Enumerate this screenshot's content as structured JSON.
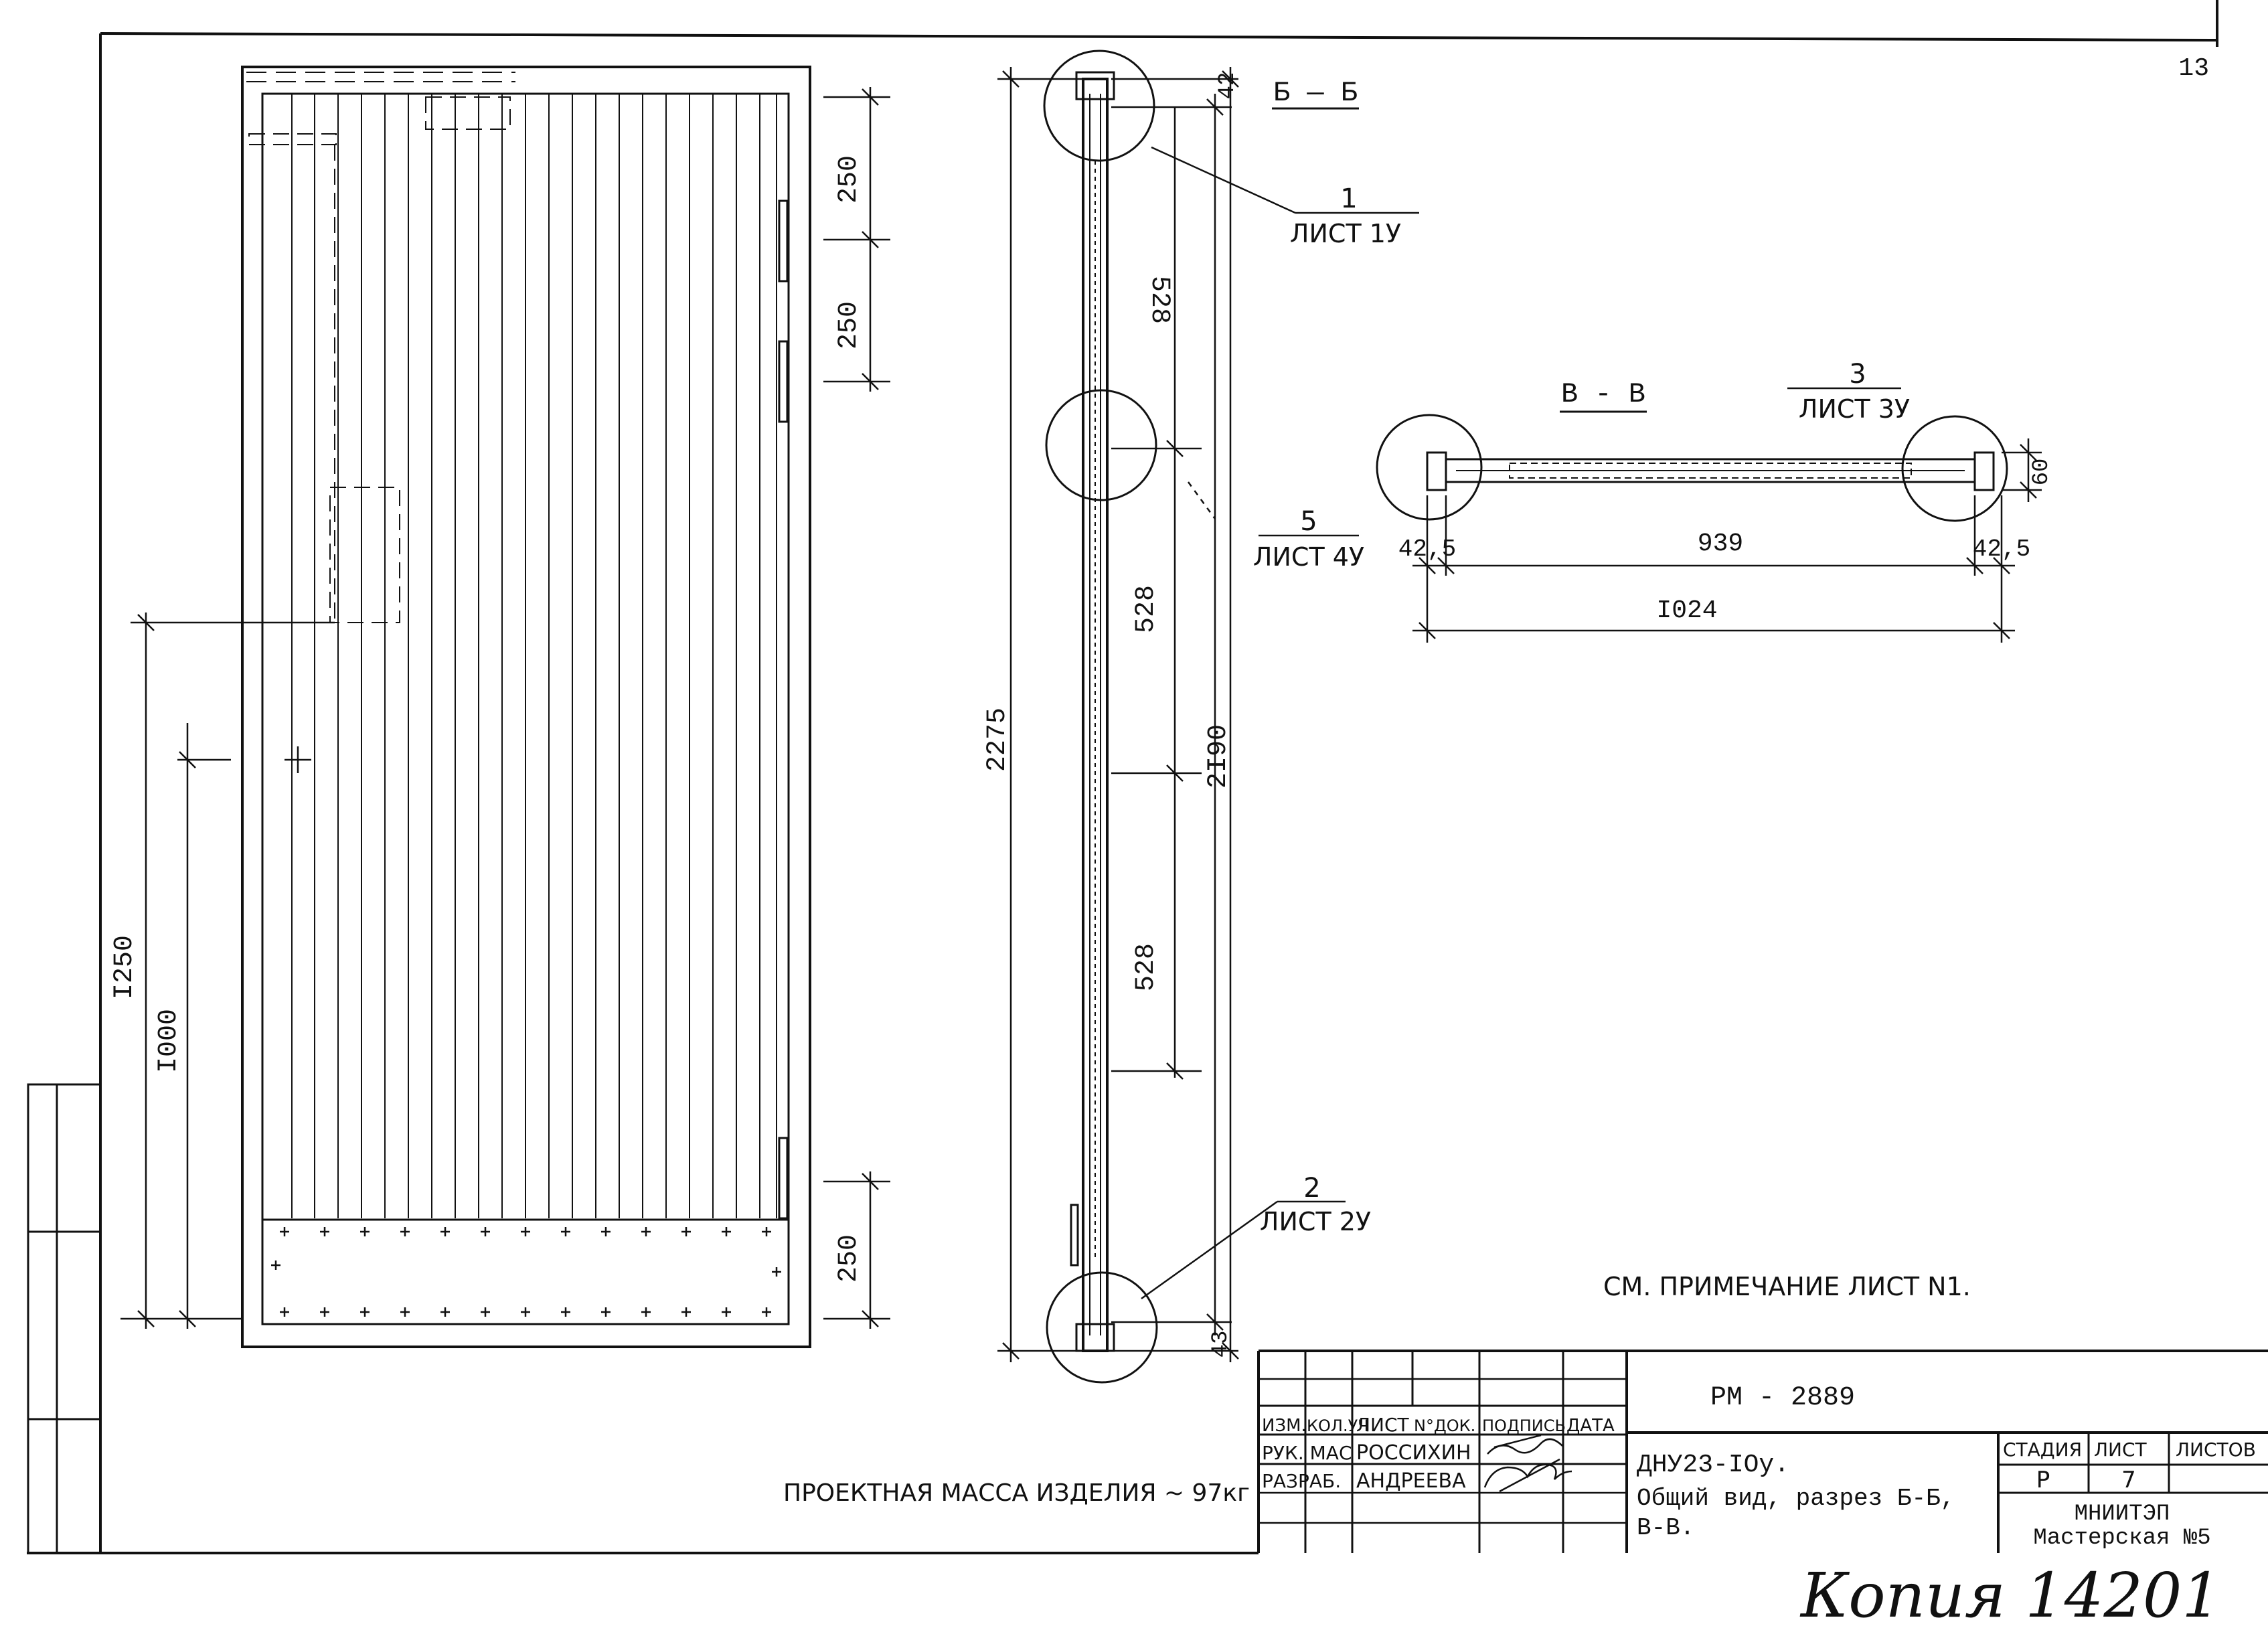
{
  "page_number": "13",
  "main_view": {
    "dim_top_250": "250",
    "dim_mid_250": "250",
    "dim_bottom_250": "250",
    "dim_1250": "I250",
    "dim_1000": "I000"
  },
  "side_view": {
    "dim_total_2275": "2275",
    "dim_inner_2190": "2I90",
    "dim_528_a": "528",
    "dim_528_b": "528",
    "dim_528_c": "528",
    "dim_top_42": "42",
    "dim_bottom_43": "43"
  },
  "callouts": {
    "c1_num": "1",
    "c1_sheet": "ЛИСТ 1У",
    "c2_num": "2",
    "c2_sheet": "ЛИСТ 2У",
    "c3_num": "3",
    "c3_sheet": "ЛИСТ 3У",
    "c5_num": "5",
    "c5_sheet": "ЛИСТ 4У"
  },
  "section_bb": {
    "label": "Б — Б"
  },
  "section_vv": {
    "label": "В - В",
    "dim_60": "60",
    "dim_left": "42,5",
    "dim_mid": "939",
    "dim_right": "42,5",
    "dim_total": "I024"
  },
  "note": "СМ. ПРИМЕЧАНИЕ ЛИСТ N1.",
  "mass_note": "ПРОЕКТНАЯ МАССА ИЗДЕЛИЯ ~ 97кг",
  "title_block": {
    "doc_code": "РМ - 2889",
    "headers": [
      "ИЗМ.",
      "КОЛ.УЧ",
      "ЛИСТ",
      "N°ДОК.",
      "ПОДПИСЬ",
      "ДАТА"
    ],
    "row1_role": "РУК. МАС",
    "row1_name": "РОССИХИН",
    "row2_role": "РАЗРАБ.",
    "row2_name": "АНДРЕЕВА",
    "product": "ДНУ23-IOу.",
    "desc_line1": "Общий вид, разрез Б-Б,",
    "desc_line2": "В-В.",
    "stage_label": "СТАДИЯ",
    "sheet_label": "ЛИСТ",
    "sheets_label": "ЛИСТОВ",
    "stage_value": "Р",
    "sheet_value": "7",
    "org_line1": "МНИИТЭП",
    "org_line2": "Мастерская №5"
  },
  "stamp": "Копия 14201"
}
